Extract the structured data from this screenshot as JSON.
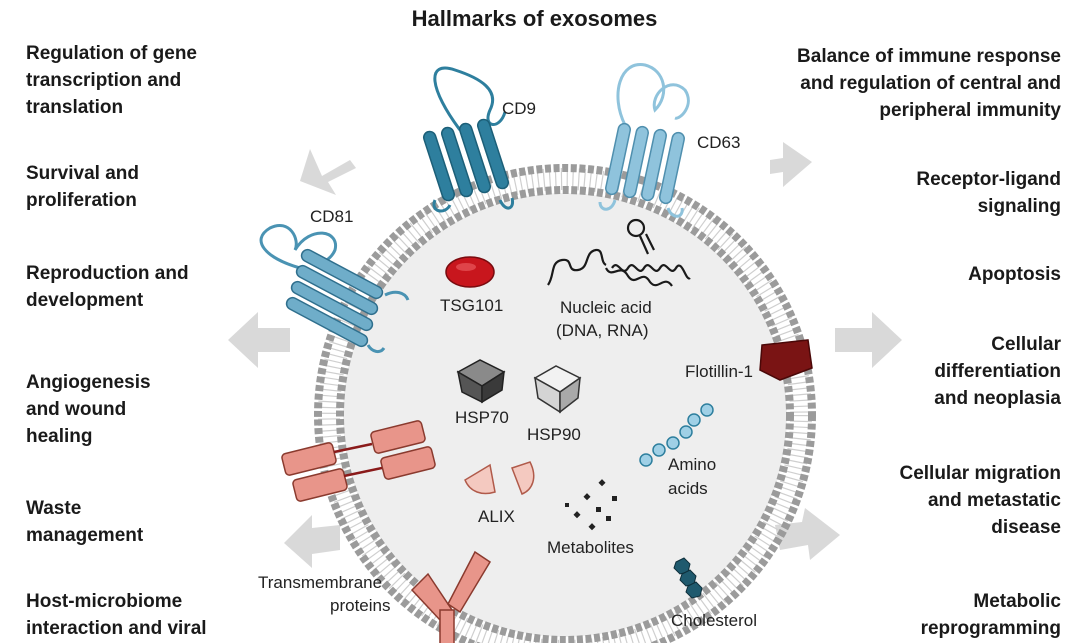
{
  "title": "Hallmarks of exosomes",
  "left_functions": [
    "Regulation of gene\ntranscription and\ntranslation",
    "Survival and\nproliferation",
    "Reproduction and\ndevelopment",
    "Angiogenesis\nand wound\nhealing",
    "Waste\nmanagement",
    "Host-microbiome\ninteraction and viral"
  ],
  "right_functions": [
    "Balance of immune response\nand regulation of central and\nperipheral immunity",
    "Receptor-ligand\nsignaling",
    "Apoptosis",
    "Cellular\ndifferentiation\nand neoplasia",
    "Cellular migration\nand metastatic\ndisease",
    "Metabolic\nreprogramming"
  ],
  "components": {
    "cd9": "CD9",
    "cd63": "CD63",
    "cd81": "CD81",
    "tsg101": "TSG101",
    "nucleic_acid_1": "Nucleic acid",
    "nucleic_acid_2": "(DNA, RNA)",
    "flotillin": "Flotillin-1",
    "hsp70": "HSP70",
    "hsp90": "HSP90",
    "amino_acids_1": "Amino",
    "amino_acids_2": "acids",
    "alix": "ALIX",
    "metabolites": "Metabolites",
    "transmembrane_1": "Transmembrane",
    "transmembrane_2": "proteins",
    "cholesterol": "Cholesterol"
  },
  "colors": {
    "membrane_head": "#9a9a9a",
    "lumen": "#eeeeee",
    "tetraspanin_dark": "#2e7f9e",
    "tetraspanin_light": "#8fc3dc",
    "tsg101": "#c8161d",
    "flotillin": "#7a1414",
    "transmembrane": "#e8958a",
    "amino": "#9fd0e6",
    "arrow": "#d9d9d9"
  }
}
